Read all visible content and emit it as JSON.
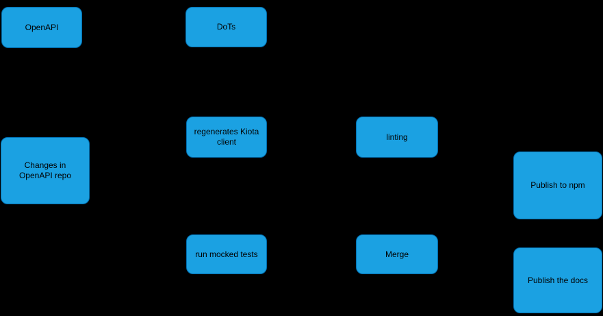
{
  "diagram": {
    "colors": {
      "canvas_background": "#000000",
      "node_fill": "#1ba1e2",
      "node_stroke": "#006eaf",
      "node_text": "#000000"
    },
    "nodes": {
      "openapi": {
        "label": "OpenAPI"
      },
      "dots": {
        "label": "DoTs"
      },
      "regenerates_kiota_client": {
        "label": "regenerates Kiota client"
      },
      "linting": {
        "label": "linting"
      },
      "changes_in_openapi_repo": {
        "label": "Changes in OpenAPI repo"
      },
      "publish_to_npm": {
        "label": "Publish to npm"
      },
      "run_mocked_tests": {
        "label": "run mocked tests"
      },
      "merge": {
        "label": "Merge"
      },
      "publish_the_docs": {
        "label": "Publish the docs"
      }
    }
  }
}
